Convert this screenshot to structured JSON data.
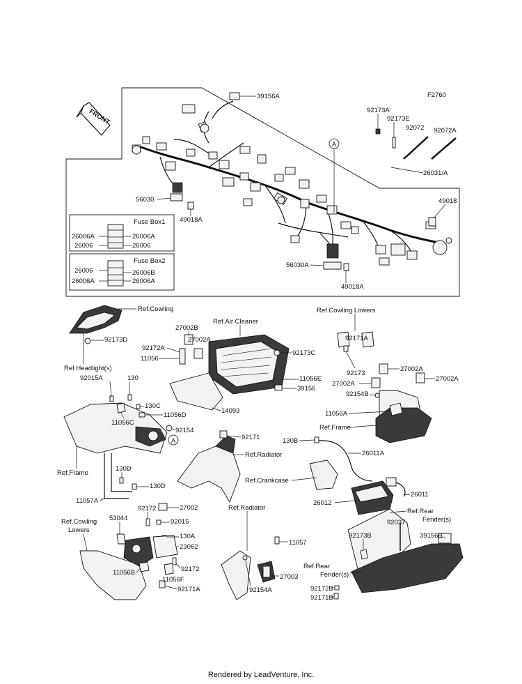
{
  "figure_code": "F2760",
  "front_label": "FRONT",
  "footer": "Rendered by LeadVenture, Inc.",
  "callout_a": "A",
  "fuse_box1": {
    "title": "Fuse Box1",
    "left_labels": [
      "26006A",
      "26006"
    ],
    "right_labels": [
      "26006A",
      "26006"
    ]
  },
  "fuse_box2": {
    "title": "Fuse Box2",
    "left_labels": [
      "26006",
      "26006A"
    ],
    "right_labels": [
      "26006B",
      "26006A"
    ]
  },
  "labels": {
    "l39156A": "39156A",
    "l92173A": "92173A",
    "l92173E": "92173E",
    "l92072": "92072",
    "l92072A": "92072A",
    "l26031A": "26031/A",
    "l49018": "49018",
    "l56030": "56030",
    "l49018A_top": "49018A",
    "l56030A": "56030A",
    "l49018A_bot": "49018A",
    "refCowling": "Ref.Cowling",
    "l92173D": "92173D",
    "refHeadlight": "Ref.Headlight(s)",
    "l27002B": "27002B",
    "l92172A": "92172A",
    "l27002A_mid": "27002A",
    "l11056": "11056",
    "refAirCleaner": "Ref.Air Cleaner",
    "l92173C": "92173C",
    "l11056E": "11056E",
    "l39156": "39156",
    "l14093": "14093",
    "l92015A": "92015A",
    "l130": "130",
    "l130C": "130C",
    "l11056C": "11056C",
    "l11056D": "11056D",
    "l92154": "92154",
    "refFrame_left": "Ref.Frame",
    "l130D_a": "130D",
    "l130D_b": "130D",
    "l11057A": "11057A",
    "refCowlingLowers_top": "Ref.Cowling Lowers",
    "l92171A_top": "92171A",
    "l92173": "92173",
    "l27002A_r1": "27002A",
    "l27002A_r2": "27002A",
    "l27002A_r3": "27002A",
    "l92154B": "92154B",
    "l11056A": "11056A",
    "refFrame_right": "Ref.Frame",
    "l92171": "92171",
    "refRadiator_top": "Ref.Radiator",
    "l130B": "130B",
    "l26011A": "26011A",
    "refCrankcase": "Ref.Crankcase",
    "l26011": "26011",
    "l26012": "26012",
    "refRearFender_top1": "Ref.Rear",
    "refRearFender_top2": "Fender(s)",
    "l92037": "92037",
    "l92173B": "92173B",
    "l39156B": "39156B",
    "refRearFender_bot1": "Ref.Rear",
    "refRearFender_bot2": "Fender(s)",
    "l92172B": "92172B",
    "l92171B": "92171B",
    "l27002": "27002",
    "refCowlingLowers_bot1": "Ref.Cowling",
    "refCowlingLowers_bot2": "Lowers",
    "l53044": "53044",
    "l92172_a": "92172",
    "l92015": "92015",
    "l130A": "130A",
    "l23062": "23062",
    "l92172_b": "92172",
    "l11056B": "11056B",
    "l11056F": "11056F",
    "l92171A_bot": "92171A",
    "refRadiator_bot": "Ref.Radiator",
    "l11057": "11057",
    "l27003": "27003",
    "l92154A": "92154A"
  }
}
